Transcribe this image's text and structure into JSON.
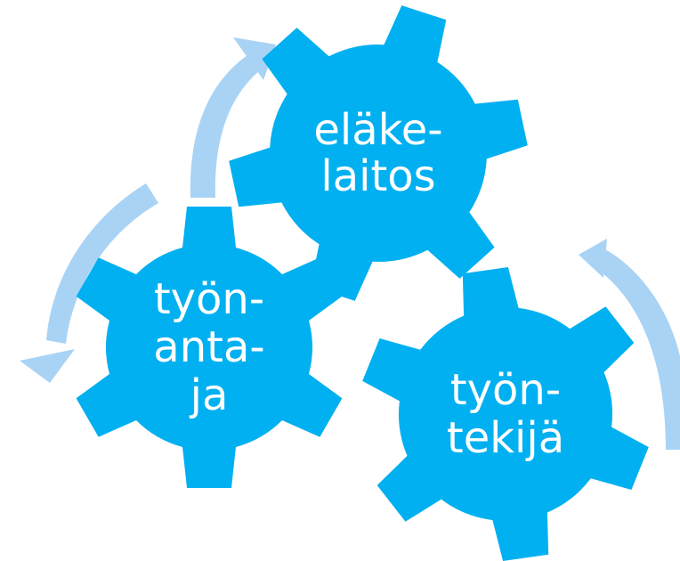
{
  "colors": {
    "gear": "#00b0f0",
    "arrow": "#a9d3f5",
    "label": "#ffffff",
    "background": "#ffffff"
  },
  "gears": [
    {
      "name": "elakelaitos",
      "lines": [
        "eläke-",
        "laitos"
      ]
    },
    {
      "name": "tyonantaja",
      "lines": [
        "työn-",
        "anta-",
        "ja"
      ]
    },
    {
      "name": "tyontekija",
      "lines": [
        "työn-",
        "tekijä"
      ]
    }
  ],
  "arrows": [
    {
      "name": "cycle-arrow-up"
    },
    {
      "name": "cycle-arrow-left"
    },
    {
      "name": "cycle-arrow-right"
    }
  ]
}
